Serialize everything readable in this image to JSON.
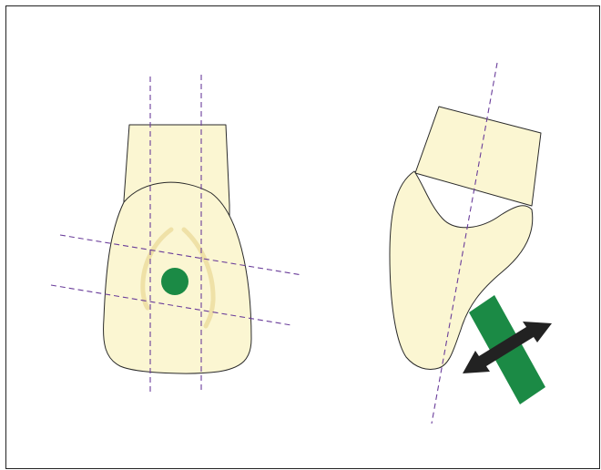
{
  "figure": {
    "colors": {
      "tooth_fill": "#fbf6d2",
      "canal_shadow": "#ecdda0",
      "guide_lines": "#6a3d9a",
      "access_marker": "#1b8a45",
      "arrows": "#222222",
      "outline": "#2a2a2a"
    },
    "panels": [
      {
        "name": "facial-view",
        "elements": [
          "tooth-outline",
          "root-canal-shadow",
          "vertical-guides",
          "horizontal-guides",
          "access-point-dot"
        ]
      },
      {
        "name": "proximal-view",
        "elements": [
          "tooth-outline",
          "long-axis-guide",
          "bur-instrument",
          "direction-arrows"
        ]
      }
    ],
    "icons": [
      "double-headed-arrow-icon"
    ]
  }
}
